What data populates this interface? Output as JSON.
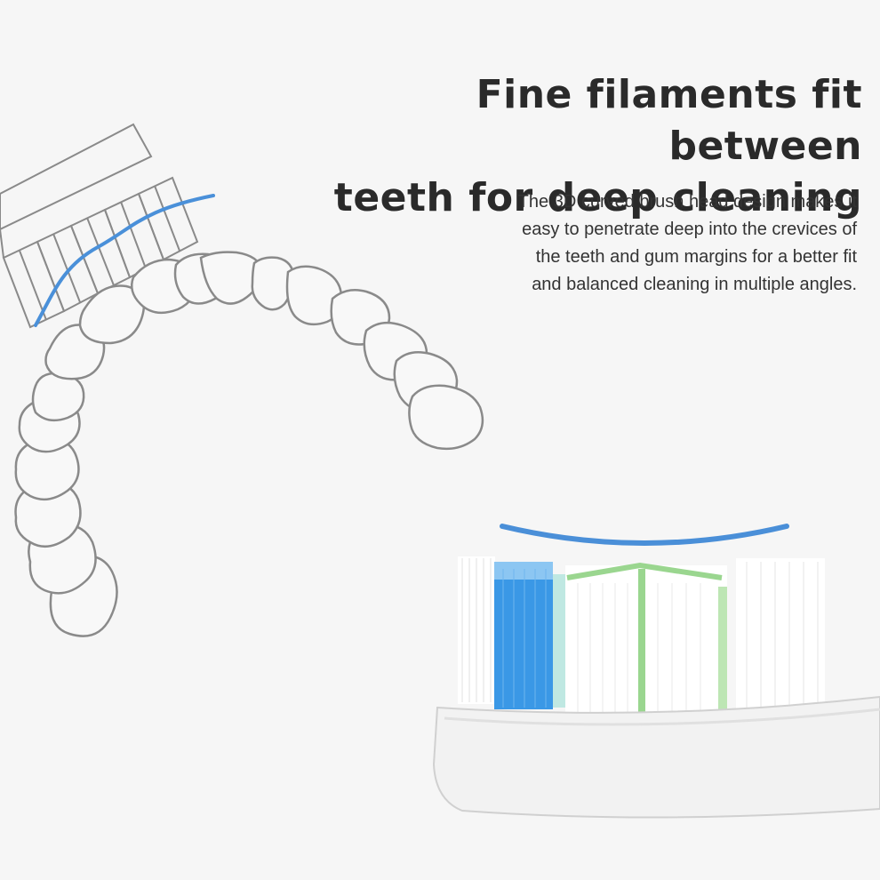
{
  "headline": {
    "line1": "Fine filaments fit between",
    "line2": "teeth for deep cleaning"
  },
  "description": {
    "line1": "The 3D curved brush head design makes it",
    "line2": "easy to penetrate deep into the crevices of",
    "line3": "the teeth and gum margins for a better fit",
    "line4": "and balanced cleaning in multiple angles."
  },
  "colors": {
    "background": "#f6f6f6",
    "outline": "#8a8a8a",
    "accent_blue": "#4a90d9",
    "bristle_blue": "#2f8fe0",
    "bristle_green": "#9ad68f"
  }
}
